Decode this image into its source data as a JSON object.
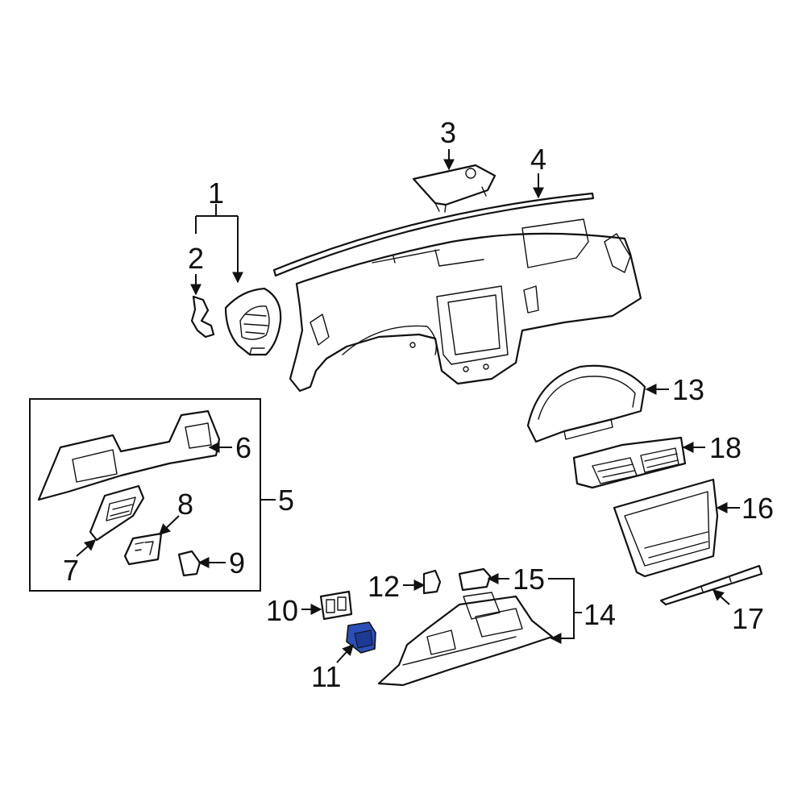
{
  "labels": {
    "p1": "1",
    "p2": "2",
    "p3": "3",
    "p4": "4",
    "p5": "5",
    "p6": "6",
    "p7": "7",
    "p8": "8",
    "p9": "9",
    "p10": "10",
    "p11": "11",
    "p12": "12",
    "p13": "13",
    "p14": "14",
    "p15": "15",
    "p16": "16",
    "p17": "17",
    "p18": "18"
  },
  "colors": {
    "line": "#111111",
    "background": "#ffffff",
    "highlight": "#2a4fb8"
  }
}
